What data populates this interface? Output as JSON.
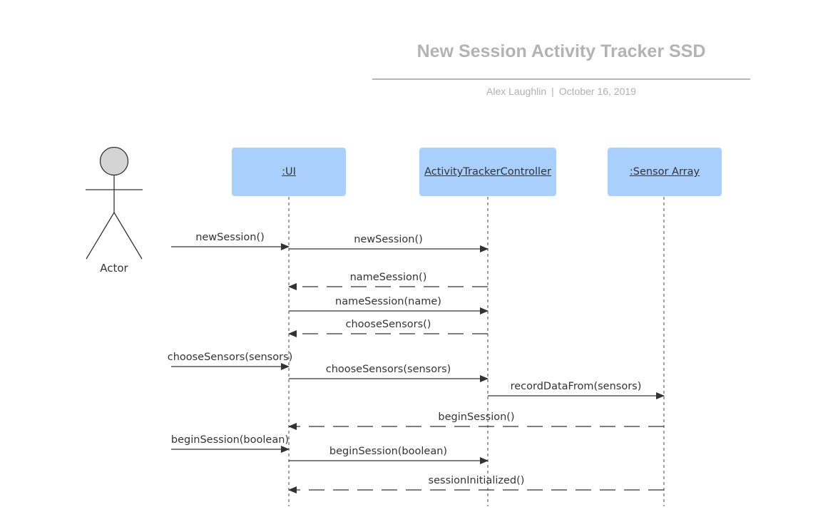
{
  "header": {
    "title": "New Session Activity Tracker SSD",
    "author": "Alex Laughlin",
    "separator": "|",
    "date": "October 16, 2019"
  },
  "actor": {
    "label": "Actor"
  },
  "participants": [
    {
      "id": "ui",
      "label": ":UI"
    },
    {
      "id": "ctrl",
      "label": "ActivityTrackerController "
    },
    {
      "id": "sensor",
      "label": ":Sensor Array"
    }
  ],
  "messages": [
    {
      "from": "actor",
      "to": "ui",
      "type": "sync",
      "label": "newSession()"
    },
    {
      "from": "ui",
      "to": "ctrl",
      "type": "sync",
      "label": "newSession()"
    },
    {
      "from": "ctrl",
      "to": "ui",
      "type": "return",
      "label": "nameSession()"
    },
    {
      "from": "ui",
      "to": "ctrl",
      "type": "sync",
      "label": "nameSession(name)"
    },
    {
      "from": "ctrl",
      "to": "ui",
      "type": "return",
      "label": "chooseSensors()"
    },
    {
      "from": "actor",
      "to": "ui",
      "type": "sync",
      "label": "chooseSensors(sensors)"
    },
    {
      "from": "ui",
      "to": "ctrl",
      "type": "sync",
      "label": "chooseSensors(sensors)"
    },
    {
      "from": "ctrl",
      "to": "sensor",
      "type": "sync",
      "label": "recordDataFrom(sensors)"
    },
    {
      "from": "sensor",
      "to": "ui",
      "type": "return",
      "label": "beginSession()"
    },
    {
      "from": "actor",
      "to": "ui",
      "type": "sync",
      "label": "beginSession(boolean)"
    },
    {
      "from": "ui",
      "to": "ctrl",
      "type": "sync",
      "label": "beginSession(boolean)"
    },
    {
      "from": "sensor",
      "to": "ui",
      "type": "return",
      "label": "sessionInitialized()"
    }
  ]
}
